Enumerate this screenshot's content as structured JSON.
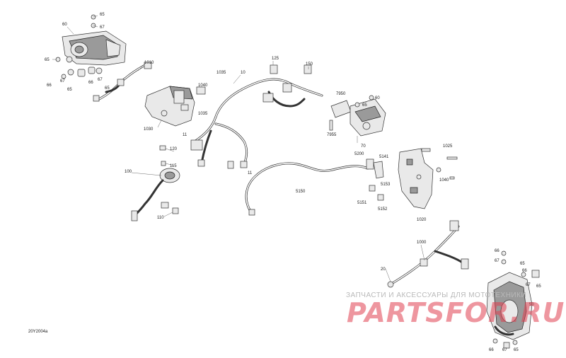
{
  "diagram": {
    "code": "20Y2004a",
    "labels": [
      "65",
      "67",
      "60",
      "1010",
      "65",
      "66",
      "67",
      "65",
      "66",
      "67",
      "65",
      "1030",
      "1040",
      "1035",
      "1035",
      "10",
      "125",
      "150",
      "7950",
      "60",
      "65",
      "70",
      "7955",
      "11",
      "11",
      "120",
      "115",
      "100",
      "110",
      "5200",
      "5141",
      "5150",
      "5153",
      "5151",
      "5152",
      "1025",
      "1040",
      "1020",
      "1000",
      "20",
      "66",
      "67",
      "65",
      "66",
      "67",
      "65",
      "50",
      "66",
      "67",
      "65"
    ]
  },
  "watermark": {
    "caption": "ЗАПЧАСТИ И АКСЕССУАРЫ ДЛЯ МОТОТЕХНИКИ",
    "logo": "PARTSFOR.RU"
  }
}
